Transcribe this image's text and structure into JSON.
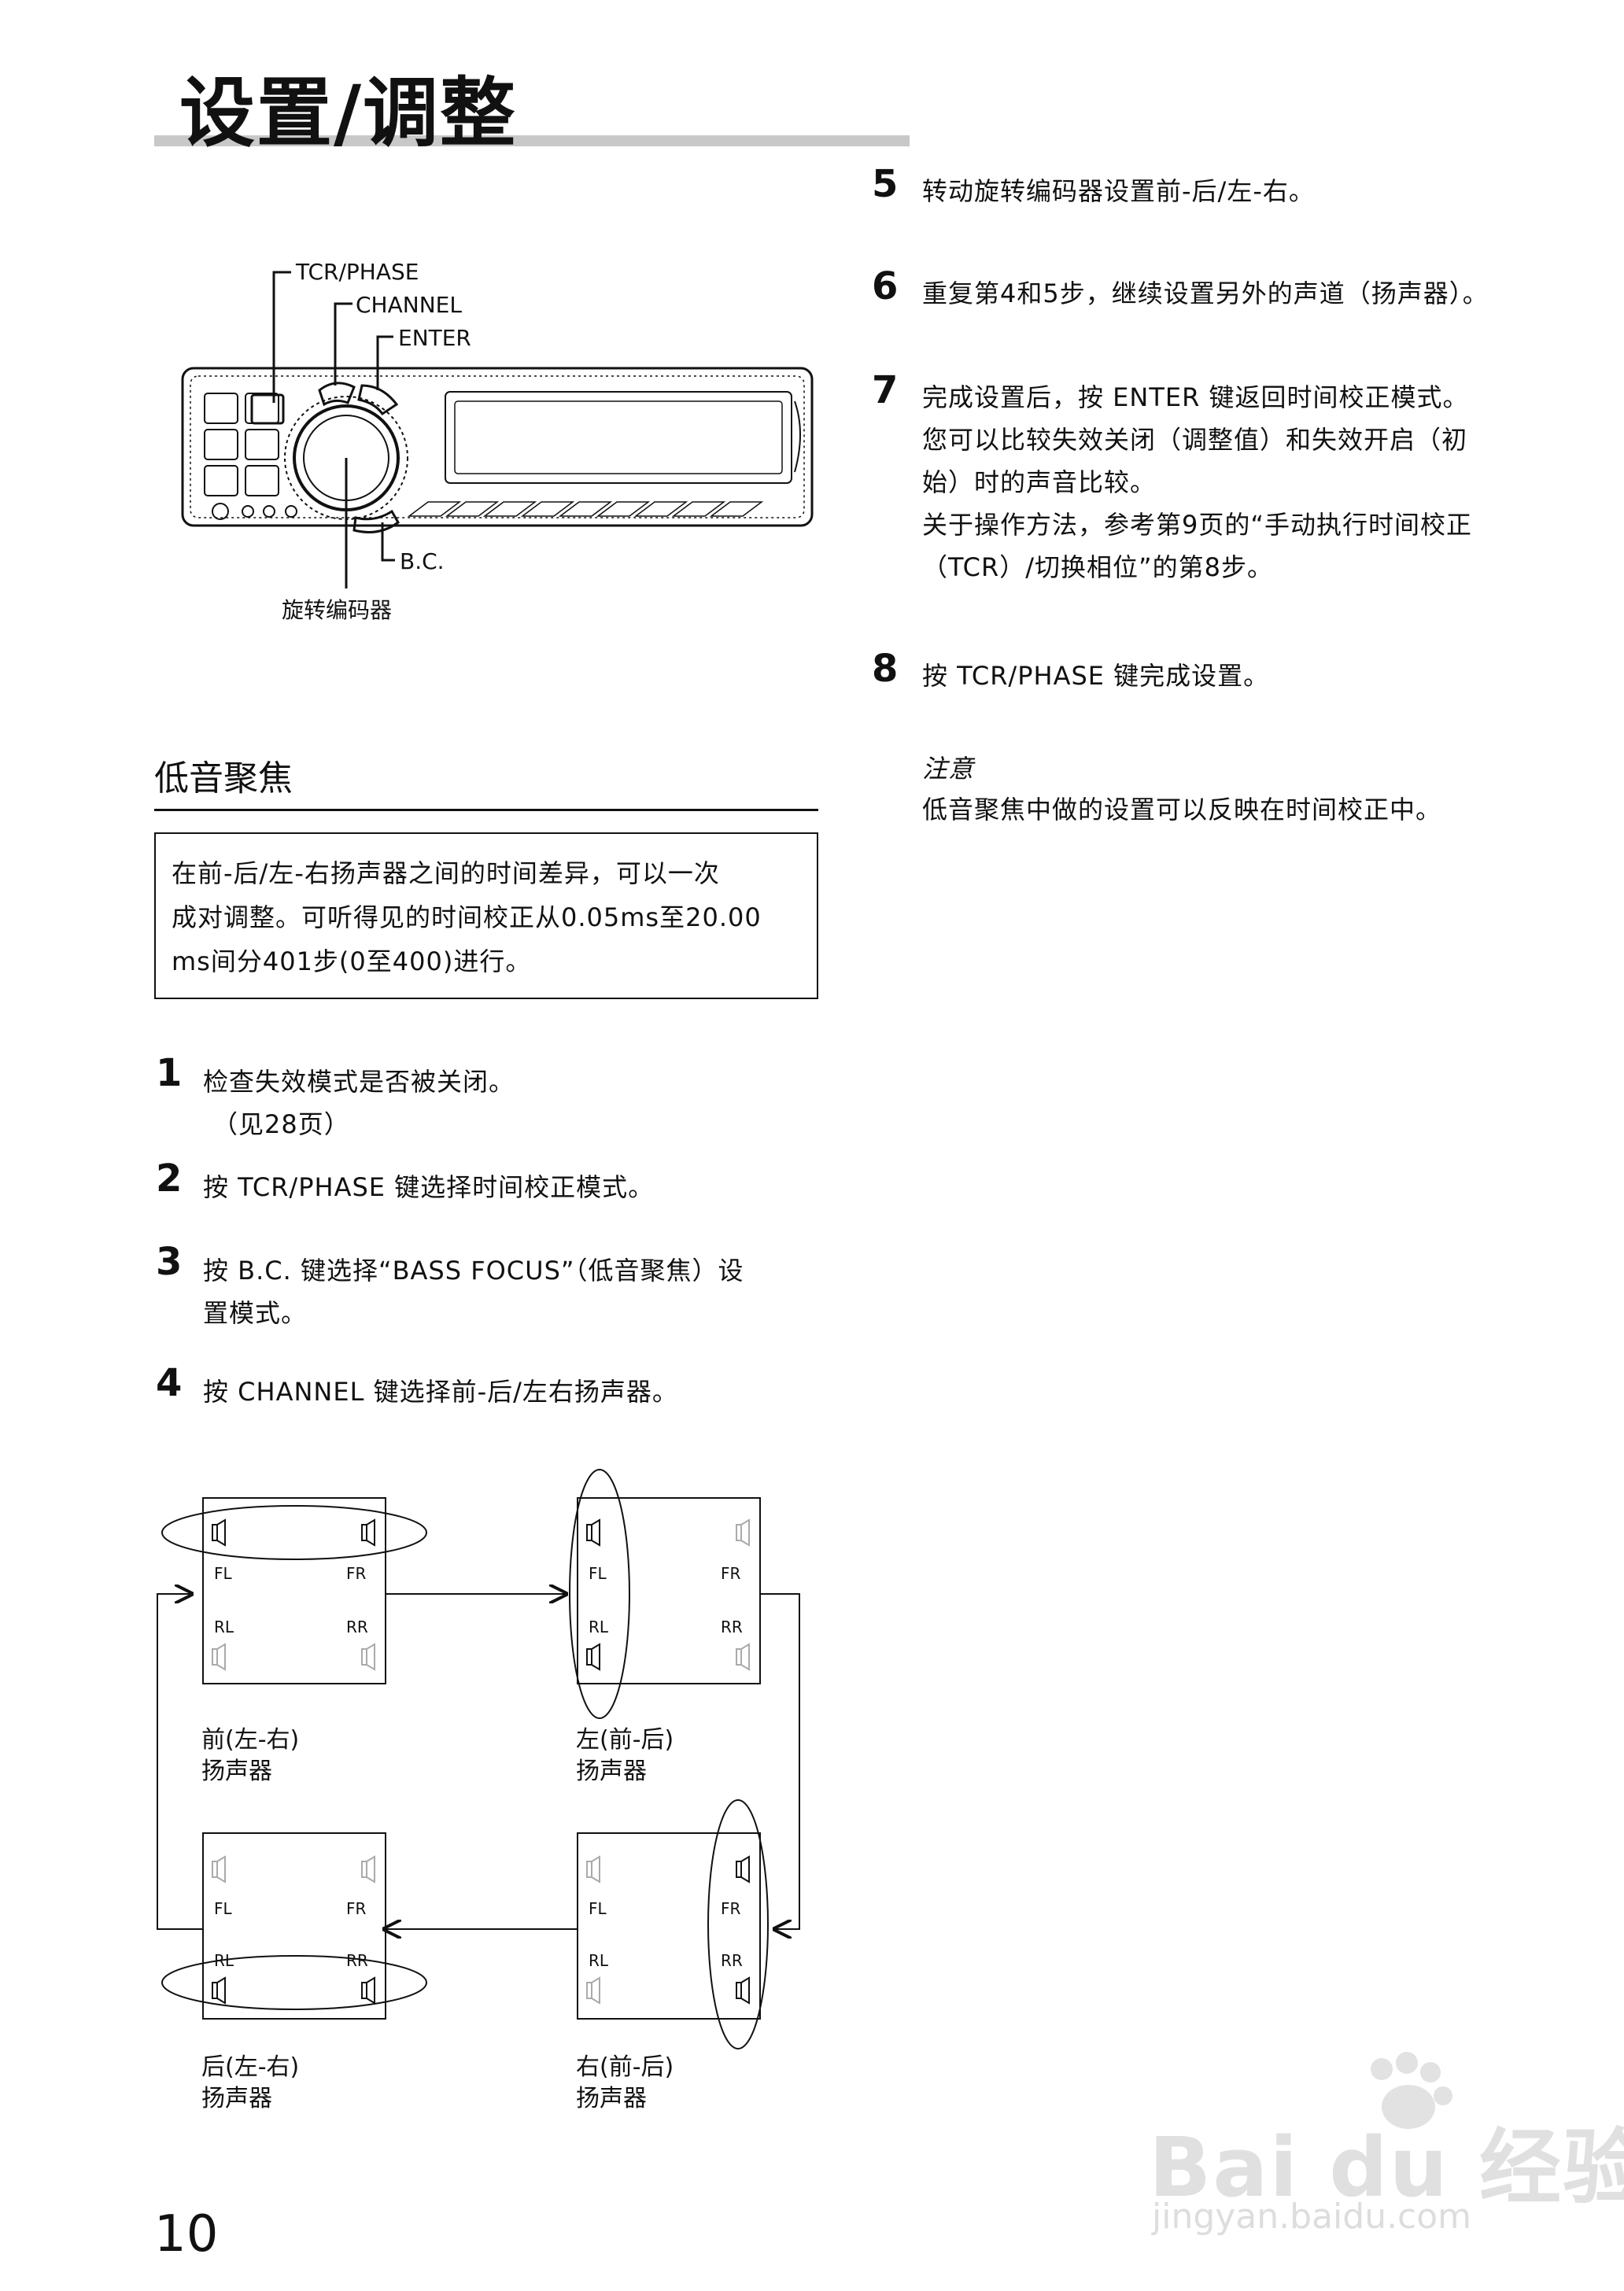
{
  "page_title": "设置/调整",
  "device_labels": {
    "tcr_phase": "TCR/PHASE",
    "channel": "CHANNEL",
    "enter": "ENTER",
    "bc": "B.C.",
    "rotary_encoder": "旋转编码器"
  },
  "section": {
    "title": "低音聚焦",
    "intro": [
      "在前-后/左-右扬声器之间的时间差异，可以一次",
      "成对调整。可听得见的时间校正从0.05ms至20.00",
      "ms间分401步(0至400)进行。"
    ]
  },
  "left_steps": [
    {
      "num": "1",
      "lines": [
        "检查失效模式是否被关闭。",
        "（见28页）"
      ]
    },
    {
      "num": "2",
      "lines": [
        "按 TCR/PHASE 键选择时间校正模式。"
      ]
    },
    {
      "num": "3",
      "lines": [
        "按 B.C. 键选择“BASS FOCUS”（低音聚焦）设",
        "置模式。"
      ]
    },
    {
      "num": "4",
      "lines": [
        "按 CHANNEL 键选择前-后/左右扬声器。"
      ]
    }
  ],
  "right_steps": [
    {
      "num": "5",
      "lines": [
        "转动旋转编码器设置前-后/左-右。"
      ]
    },
    {
      "num": "6",
      "lines": [
        "重复第4和5步，继续设置另外的声道（扬声器）。"
      ]
    },
    {
      "num": "7",
      "lines": [
        "完成设置后，按 ENTER 键返回时间校正模式。",
        "您可以比较失效关闭（调整值）和失效开启（初",
        "始）时的声音比较。",
        "关于操作方法，参考第9页的“手动执行时间校正",
        "（TCR）/切换相位”的第8步。"
      ]
    },
    {
      "num": "8",
      "lines": [
        "按 TCR/PHASE 键完成设置。"
      ]
    }
  ],
  "note": {
    "title": "注意",
    "text": "低音聚焦中做的设置可以反映在时间校正中。"
  },
  "flow": {
    "speaker_labels": {
      "fl": "FL",
      "fr": "FR",
      "rl": "RL",
      "rr": "RR"
    },
    "captions": {
      "front": [
        "前(左-右)",
        "扬声器"
      ],
      "left": [
        "左(前-后)",
        "扬声器"
      ],
      "rear": [
        "后(左-右)",
        "扬声器"
      ],
      "right": [
        "右(前-后)",
        "扬声器"
      ]
    }
  },
  "page_number": "10",
  "watermark": {
    "brand": "Bai du 经验",
    "url": "jingyan.baidu.com"
  }
}
